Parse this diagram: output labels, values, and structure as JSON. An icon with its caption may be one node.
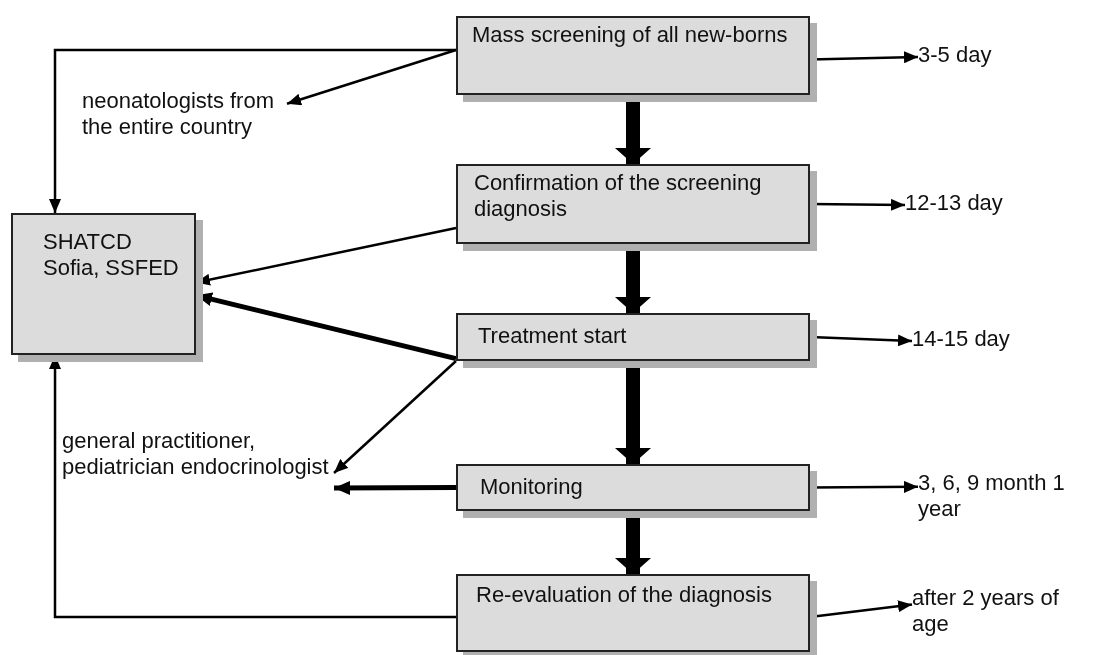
{
  "diagram": {
    "nodes": [
      {
        "text": [
          "Mass screening of all new-borns"
        ]
      },
      {
        "text": [
          "Confirmation of the screening diagnosis"
        ]
      },
      {
        "text": [
          "Treatment start"
        ]
      },
      {
        "text": [
          "Monitoring"
        ]
      },
      {
        "text": [
          "Re-evaluation of the diagnosis"
        ]
      },
      {
        "text": [
          "SHATCD Sofia, SSFED"
        ]
      },
      {
        "text": [
          "neonatologists from the entire country"
        ]
      },
      {
        "text": [
          "general practitioner, pediatrician endocrinologist"
        ]
      },
      {
        "text": [
          "3-5 day"
        ]
      },
      {
        "text": [
          "12-13 day"
        ]
      },
      {
        "text": [
          "14-15 day"
        ]
      },
      {
        "text": [
          "3, 6, 9 month 1 year"
        ]
      },
      {
        "text": [
          "after 2 years of age"
        ]
      }
    ],
    "edges": [
      {
        "from": 0,
        "to": 1,
        "arrow": "to",
        "style": "thick"
      },
      {
        "from": 1,
        "to": 2,
        "arrow": "to",
        "style": "thick"
      },
      {
        "from": 2,
        "to": 3,
        "arrow": "to",
        "style": "thick"
      },
      {
        "from": 3,
        "to": 4,
        "arrow": "to",
        "style": "thick"
      },
      {
        "from": 0,
        "to": 8,
        "arrow": "to"
      },
      {
        "from": 1,
        "to": 9,
        "arrow": "to"
      },
      {
        "from": 2,
        "to": 10,
        "arrow": "to"
      },
      {
        "from": 3,
        "to": 11,
        "arrow": "to"
      },
      {
        "from": 4,
        "to": 12,
        "arrow": "to"
      },
      {
        "from": 0,
        "to": 6,
        "arrow": "to"
      },
      {
        "from": 0,
        "to": 5,
        "arrow": "to"
      },
      {
        "from": 1,
        "to": 5,
        "arrow": "to"
      },
      {
        "from": 2,
        "to": 5,
        "arrow": "to",
        "style": "thick"
      },
      {
        "from": 2,
        "to": 7,
        "arrow": "to"
      },
      {
        "from": 3,
        "to": 7,
        "arrow": "to",
        "style": "thick"
      },
      {
        "from": 4,
        "to": 5,
        "arrow": "to"
      }
    ]
  }
}
